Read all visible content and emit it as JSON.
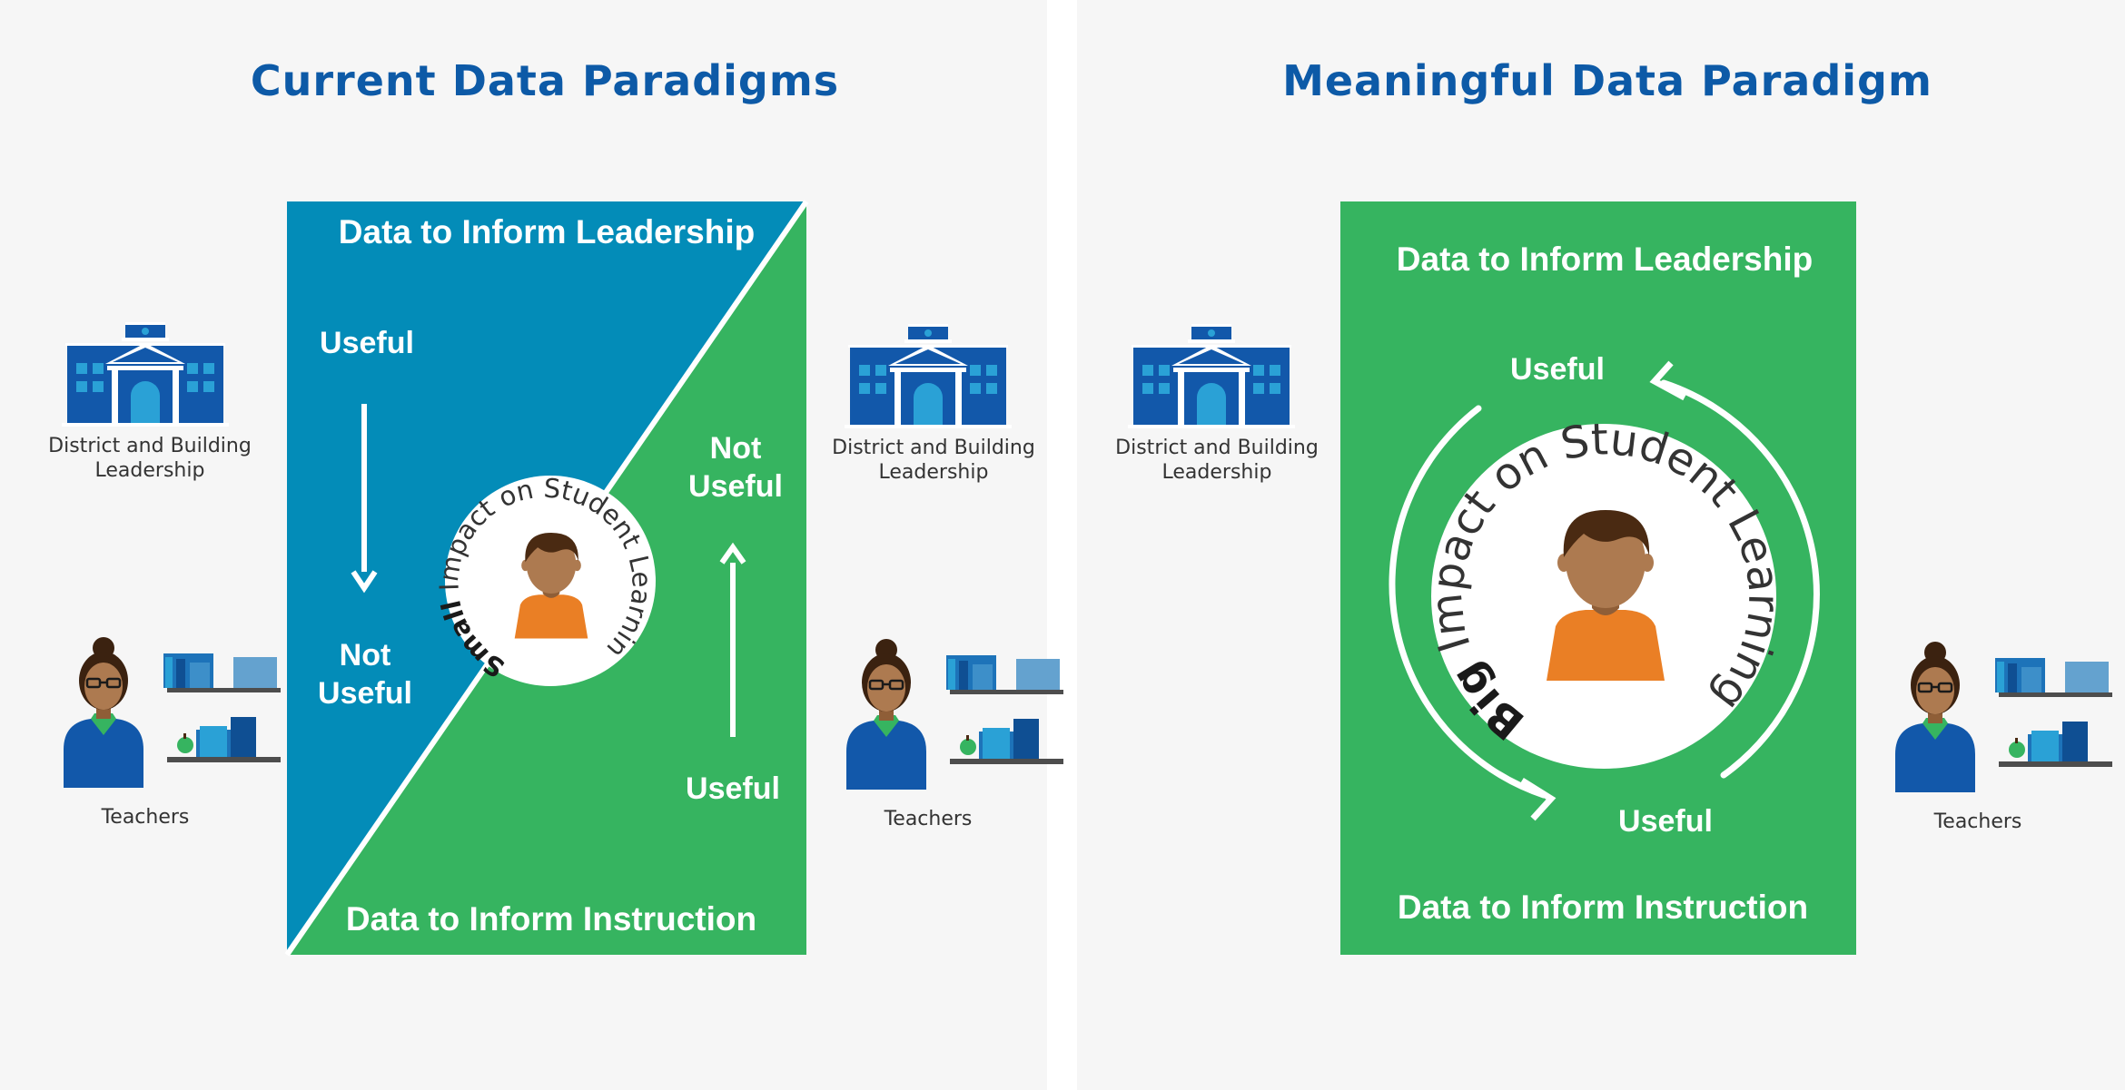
{
  "colors": {
    "title": "#0d5aa7",
    "leadership_blue": "#038cb8",
    "instruction_green": "#36b460",
    "arrow_white": "#ffffff",
    "student_shirt": "#ea7f25",
    "skin": "#ad7a50",
    "hair": "#4a2a12",
    "building_blue": "#1258aa"
  },
  "current": {
    "title": "Current Data Paradigms",
    "top_label": "Data to Inform Leadership",
    "bottom_label": "Data to Inform Instruction",
    "down_useful": "Useful",
    "down_not_useful_1": "Not",
    "down_not_useful_2": "Useful",
    "up_not_useful_1": "Not",
    "up_not_useful_2": "Useful",
    "up_useful": "Useful",
    "ring_bold": "Small",
    "ring_text": " Impact on Student Learning"
  },
  "meaningful": {
    "title": "Meaningful Data Paradigm",
    "top_label": "Data to Inform Leadership",
    "bottom_label": "Data to Inform Instruction",
    "useful_top": "Useful",
    "useful_bottom": "Useful",
    "ring_bold": "Big",
    "ring_text": " Impact on Student Learning"
  },
  "roles": {
    "leadership_1": "District and Building",
    "leadership_2": "Leadership",
    "teachers": "Teachers"
  },
  "icons": [
    "school-building-icon",
    "teacher-icon",
    "student-icon",
    "bookshelf-icon",
    "apple-icon"
  ]
}
